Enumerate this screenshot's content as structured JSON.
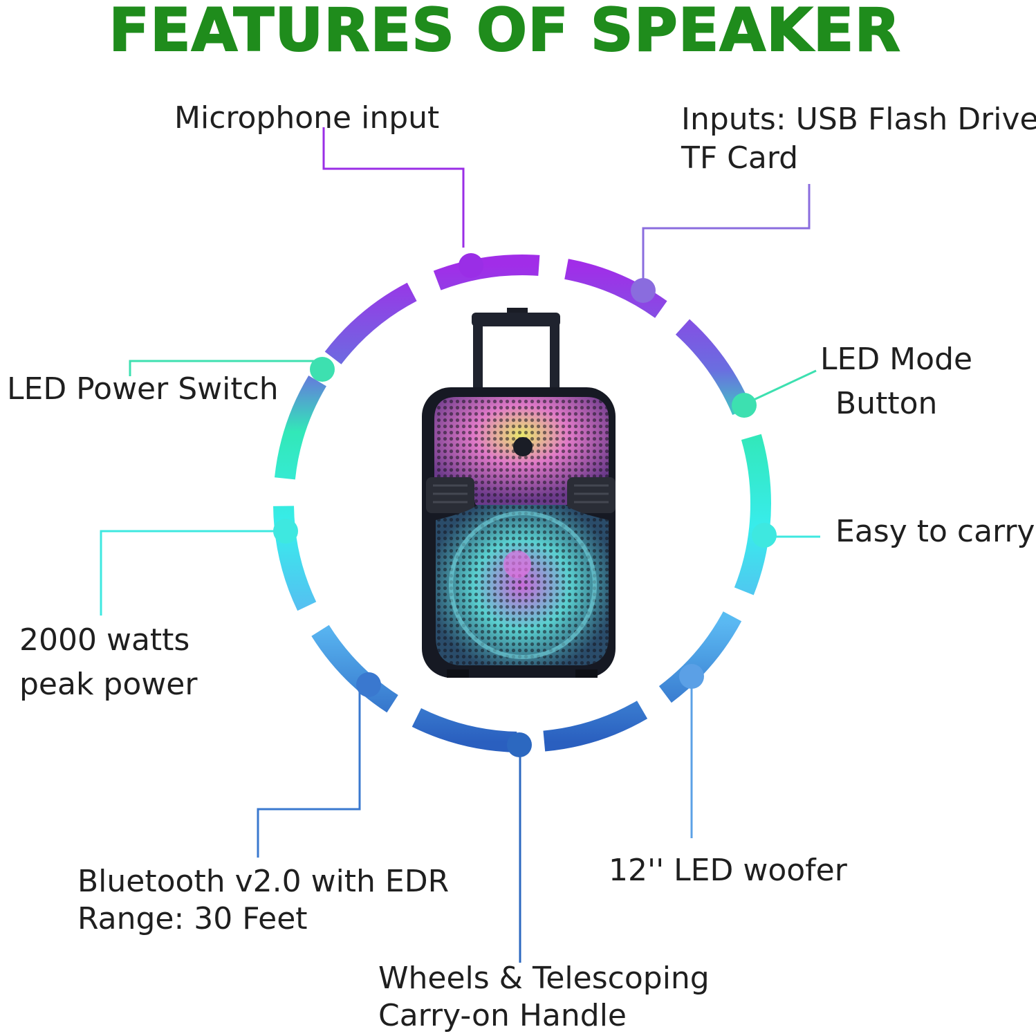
{
  "title": "FEATURES OF SPEAKER",
  "features": {
    "microphone": "Microphone input",
    "inputs_line1": "Inputs: USB Flash Drive",
    "inputs_line2": "TF Card",
    "led_mode_line1": "LED Mode",
    "led_mode_line2": "Button",
    "led_power": "LED Power Switch",
    "easy_carry": "Easy to carry",
    "watts_line1": "2000 watts",
    "watts_line2": "peak power",
    "bluetooth_line1": "Bluetooth v2.0 with EDR",
    "bluetooth_line2": "Range: 30 Feet",
    "woofer": "12'' LED woofer",
    "wheels_line1": "Wheels & Telescoping",
    "wheels_line2": "Carry-on Handle"
  },
  "colors": {
    "title": "#1f8c1c",
    "purple": "#9a2ee6",
    "violet": "#8a6cde",
    "mint": "#3de0b0",
    "cyan": "#3ee8e0",
    "sky": "#5bbdf0",
    "blue": "#3a78cf",
    "navy": "#2c68c0"
  }
}
